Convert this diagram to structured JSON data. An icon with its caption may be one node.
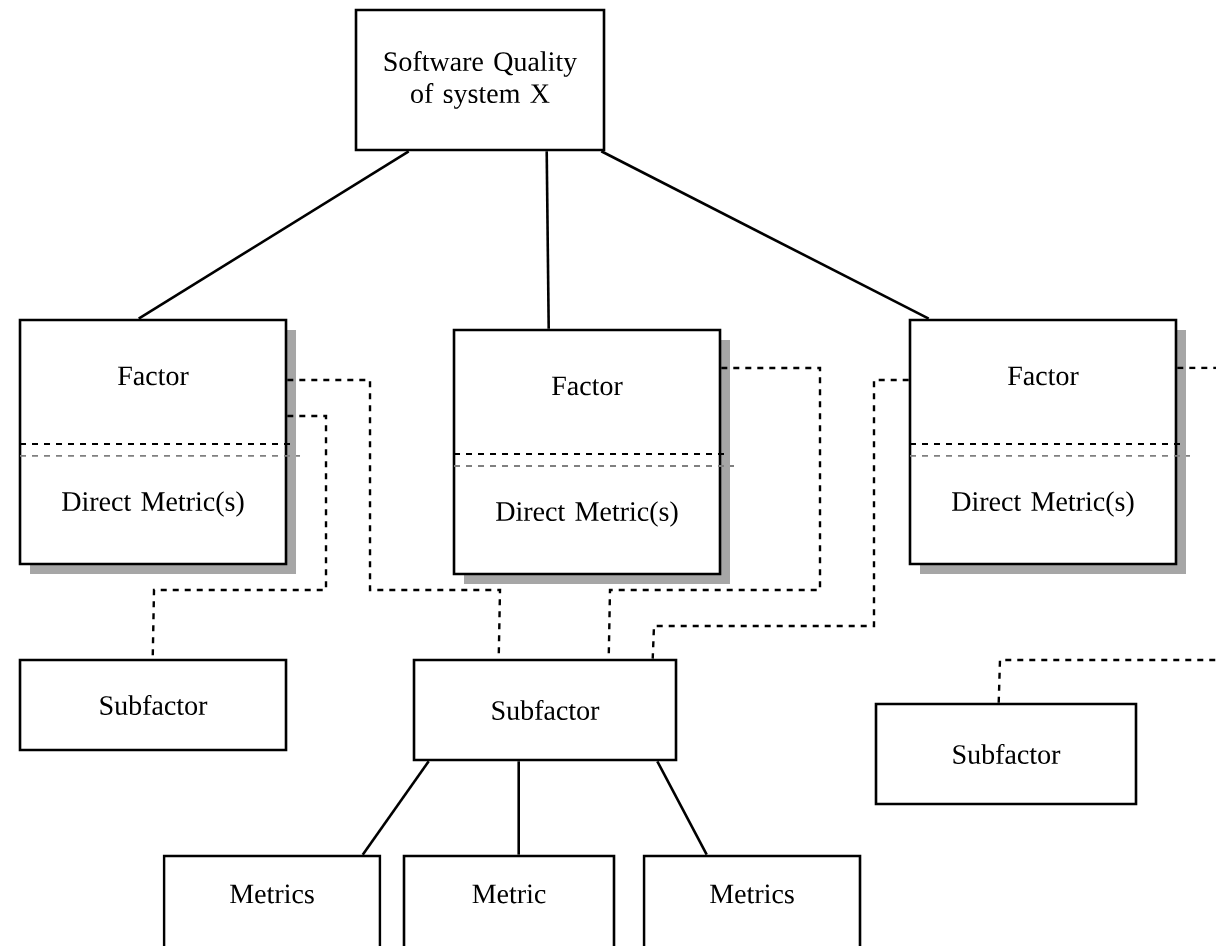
{
  "diagram": {
    "nodes": [
      {
        "text": [
          "Software Quality of system X"
        ]
      },
      {
        "text": [
          "Factor",
          "Direct Metric(s)"
        ]
      },
      {
        "text": [
          "Factor",
          "Direct Metric(s)"
        ]
      },
      {
        "text": [
          "Factor",
          "Direct Metric(s)"
        ]
      },
      {
        "text": [
          "Subfactor"
        ]
      },
      {
        "text": [
          "Subfactor"
        ]
      },
      {
        "text": [
          "Subfactor"
        ]
      },
      {
        "text": [
          "Metrics"
        ]
      },
      {
        "text": [
          "Metric"
        ]
      },
      {
        "text": [
          "Metrics"
        ]
      }
    ],
    "edges": [
      {
        "from": 0,
        "to": 1,
        "arrow": "none"
      },
      {
        "from": 0,
        "to": 2,
        "arrow": "none"
      },
      {
        "from": 0,
        "to": 3,
        "arrow": "none"
      },
      {
        "from": 1,
        "to": 4,
        "arrow": "none",
        "style": "dashed"
      },
      {
        "from": 1,
        "to": 5,
        "arrow": "none",
        "style": "dashed"
      },
      {
        "from": 2,
        "to": 5,
        "arrow": "none",
        "style": "dashed"
      },
      {
        "from": 3,
        "to": 5,
        "arrow": "none",
        "style": "dashed"
      },
      {
        "from": 3,
        "to": null,
        "arrow": "none",
        "style": "dashed"
      },
      {
        "from": 6,
        "to": null,
        "arrow": "none",
        "style": "dashed"
      },
      {
        "from": 5,
        "to": 7,
        "arrow": "none"
      },
      {
        "from": 5,
        "to": 8,
        "arrow": "none"
      },
      {
        "from": 5,
        "to": 9,
        "arrow": "none"
      }
    ]
  }
}
